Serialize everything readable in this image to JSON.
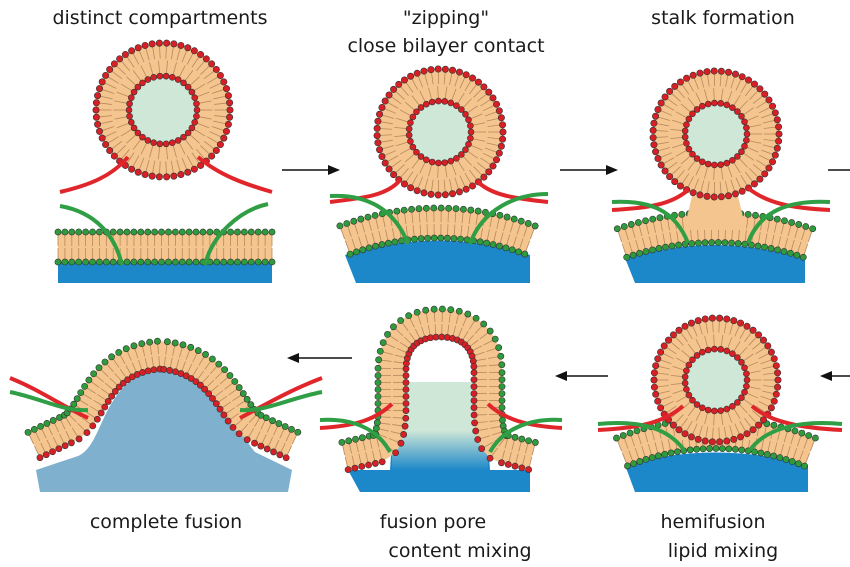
{
  "panels": {
    "p1": {
      "line1": "distinct compartments",
      "line2": ""
    },
    "p2": {
      "line1": "\"zipping\"",
      "line2": "close bilayer contact"
    },
    "p3": {
      "line1": "stalk formation",
      "line2": ""
    },
    "p4": {
      "line1": "hemifusion",
      "line2": "lipid mixing"
    },
    "p5": {
      "line1": "fusion pore",
      "line2": "content mixing"
    },
    "p6": {
      "line1": "complete fusion",
      "line2": ""
    }
  },
  "colors": {
    "membrane_fill": "#f5c590",
    "tail": "#b7895a",
    "head_red": "#d71f26",
    "head_green": "#2e9b3c",
    "head_stroke": "#333333",
    "lumen": "#cfe7d7",
    "cytosol": "#1d88c9",
    "fused_cytosol": "#7fb1cf",
    "snare_red": "#e0262b",
    "snare_green": "#2f9e44",
    "arrow": "#111111"
  }
}
